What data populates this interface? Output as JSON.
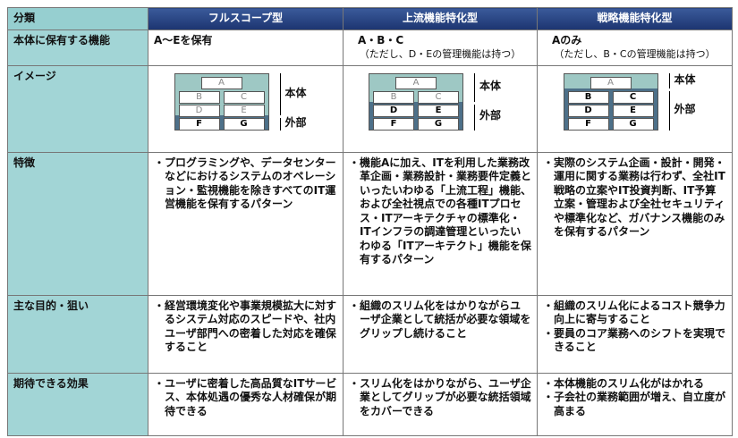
{
  "headers": [
    "分類",
    "フルスコープ型",
    "上流機能特化型",
    "戦略機能特化型"
  ],
  "rows": {
    "functions": {
      "label": "本体に保有する機能",
      "c1": "A〜Eを保有",
      "c2": "A・B・C",
      "c2sub": "（ただし、D・Eの管理機能は持つ）",
      "c3": "Aのみ",
      "c3sub": "（ただし、B・Cの管理機能は持つ）"
    },
    "image": {
      "label": "イメージ",
      "boxes": [
        "A",
        "B",
        "C",
        "D",
        "E",
        "F",
        "G"
      ],
      "body": "本体",
      "external": "外部"
    },
    "features": {
      "label": "特徴",
      "c1": "プログラミングや、データセンターなどにおけるシステムのオペレーション・監視機能を除きすべてのIT運営機能を保有するパターン",
      "c2": "機能Aに加え、ITを利用した業務改革企画・業務設計・業務要件定義といったいわゆる「上流工程」機能、および全社視点での各種ITプロセス・ITアーキテクチャの標準化・ITインフラの調達管理といったいわゆる「ITアーキテクト」機能を保有するパターン",
      "c3": "実際のシステム企画・設計・開発・運用に関する業務は行わず、全社IT戦略の立案やIT投資判断、IT予算立案・管理および全社セキュリティや標準化など、ガバナンス機能のみを保有するパターン"
    },
    "purpose": {
      "label": "主な目的・狙い",
      "c1": [
        "経営環境変化や事業規模拡大に対するシステム対応のスピードや、社内ユーザ部門への密着した対応を確保すること"
      ],
      "c2": [
        "組織のスリム化をはかりながらユーザ企業として統括が必要な領域をグリップし続けること"
      ],
      "c3": [
        "組織のスリム化によるコスト競争力向上に寄与すること",
        "要員のコア業務へのシフトを実現できること"
      ]
    },
    "effects": {
      "label": "期待できる効果",
      "c1": [
        "ユーザに密着した高品質なITサービス、本体処遇の優秀な人材確保が期待できる"
      ],
      "c2": [
        "スリム化をはかりながら、ユーザ企業としてグリップが必要な統括領域をカバーできる"
      ],
      "c3": [
        "本体機能のスリム化がはかれる",
        "子会社の業務範囲が増え、自立度が高まる"
      ]
    }
  }
}
